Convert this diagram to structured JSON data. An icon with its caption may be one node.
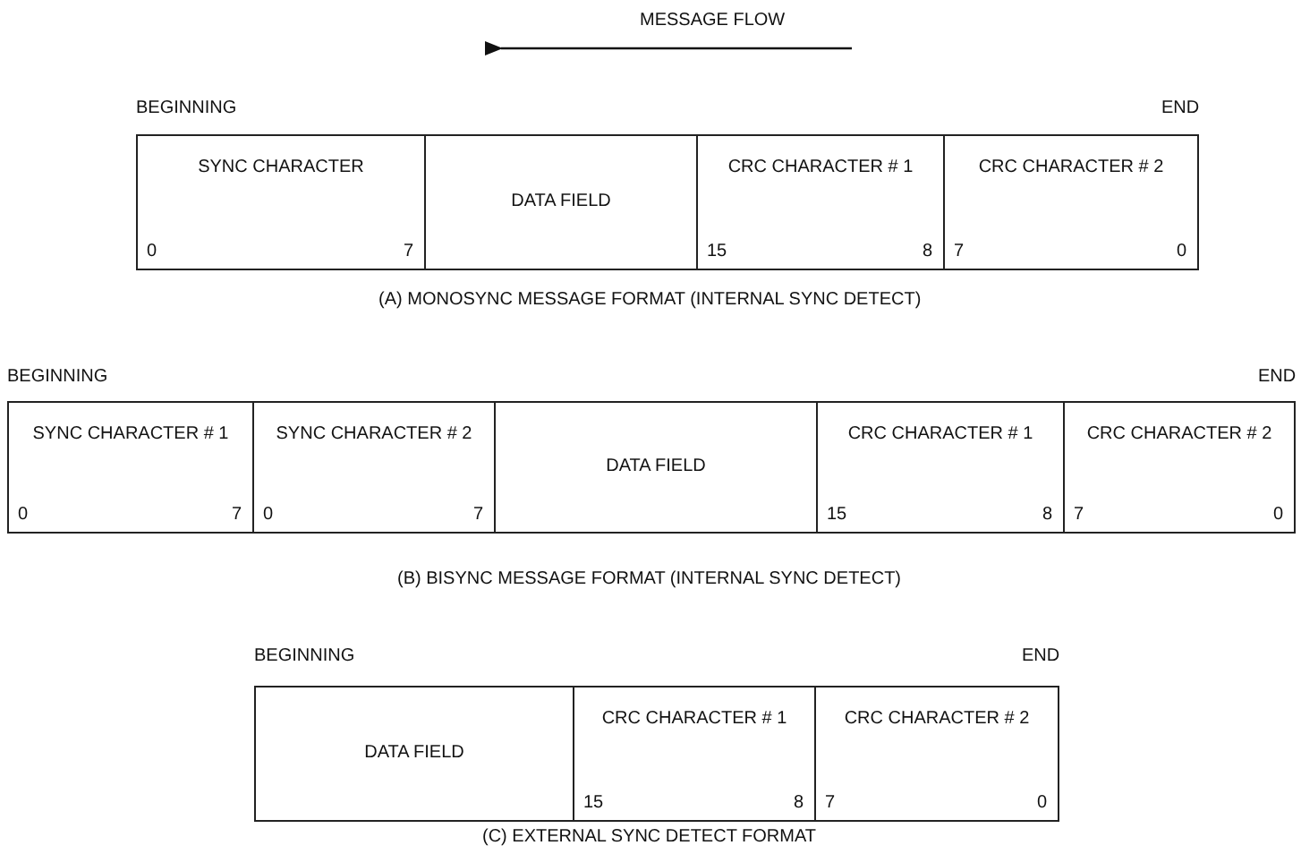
{
  "diagram": {
    "nodes": [
      {
        "text": [
          "SYNC CHARACTER",
          "0",
          "7"
        ]
      },
      {
        "text": [
          "DATA FIELD"
        ]
      },
      {
        "text": [
          "CRC CHARACTER # 1",
          "15",
          "8"
        ]
      },
      {
        "text": [
          "CRC CHARACTER # 2",
          "7",
          "0"
        ]
      },
      {
        "text": [
          "SYNC CHARACTER # 1",
          "0",
          "7"
        ]
      },
      {
        "text": [
          "SYNC CHARACTER # 2",
          "0",
          "7"
        ]
      },
      {
        "text": [
          "DATA FIELD"
        ]
      },
      {
        "text": [
          "CRC CHARACTER # 1",
          "15",
          "8"
        ]
      },
      {
        "text": [
          "CRC CHARACTER # 2",
          "7",
          "0"
        ]
      },
      {
        "text": [
          "DATA FIELD"
        ]
      },
      {
        "text": [
          "CRC CHARACTER # 1",
          "15",
          "8"
        ]
      },
      {
        "text": [
          "CRC CHARACTER # 2",
          "7",
          "0"
        ]
      }
    ],
    "edges": [],
    "labels": [
      "MESSAGE FLOW",
      "BEGINNING",
      "END",
      "(A) MONOSYNC MESSAGE FORMAT (INTERNAL SYNC DETECT)",
      "BEGINNING",
      "END",
      "(B) BISYNC MESSAGE FORMAT (INTERNAL SYNC DETECT)",
      "BEGINNING",
      "END",
      "(C) EXTERNAL SYNC DETECT FORMAT"
    ]
  }
}
